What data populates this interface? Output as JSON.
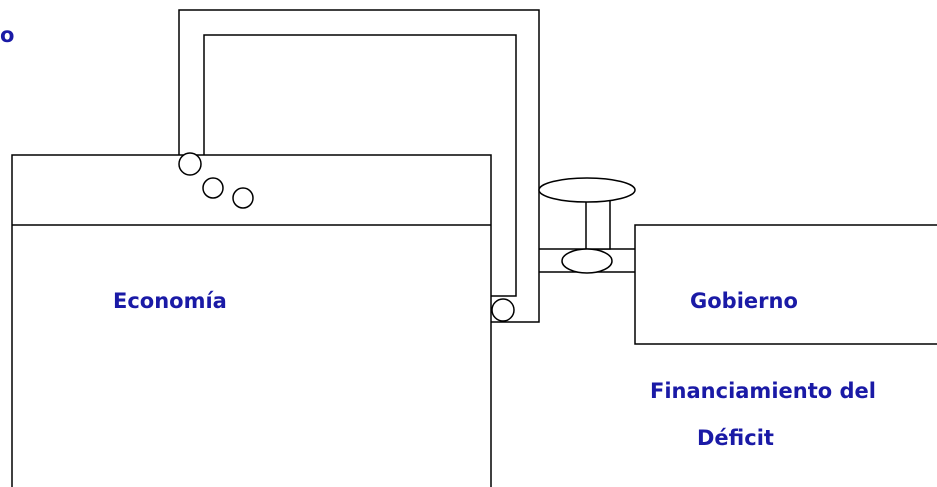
{
  "labels": {
    "corner_fragment": "o",
    "economia": "Economía",
    "gobierno": "Gobierno",
    "financiamiento_line1": "Financiamiento del",
    "financiamiento_line2": "Déficit"
  },
  "colors": {
    "line": "#000000",
    "label": "#1a1aa6",
    "background": "#ffffff"
  }
}
